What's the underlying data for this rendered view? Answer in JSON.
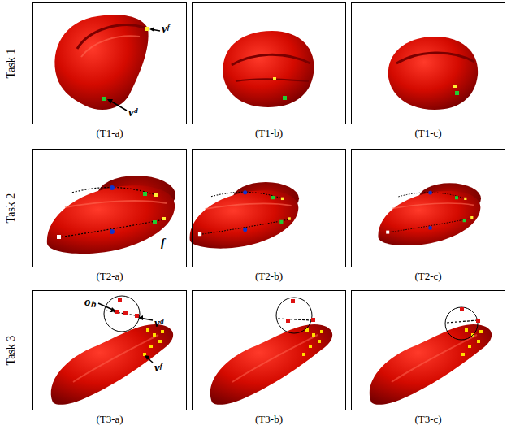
{
  "diagram": {
    "nodes": [
      {
        "text": [
          "(T1-a)"
        ]
      },
      {
        "text": [
          "(T1-b)"
        ]
      },
      {
        "text": [
          "(T1-c)"
        ]
      },
      {
        "text": [
          "(T2-a)"
        ]
      },
      {
        "text": [
          "(T2-b)"
        ]
      },
      {
        "text": [
          "(T2-c)"
        ]
      },
      {
        "text": [
          "(T3-a)"
        ]
      },
      {
        "text": [
          "(T3-b)"
        ]
      },
      {
        "text": [
          "(T3-c)"
        ]
      }
    ],
    "labels": [
      "Task 1",
      "vᶠ",
      "vᵈ",
      "Task 2",
      "f",
      "Task 3",
      "oₕ",
      "vᵈ",
      "vᶠ"
    ]
  }
}
